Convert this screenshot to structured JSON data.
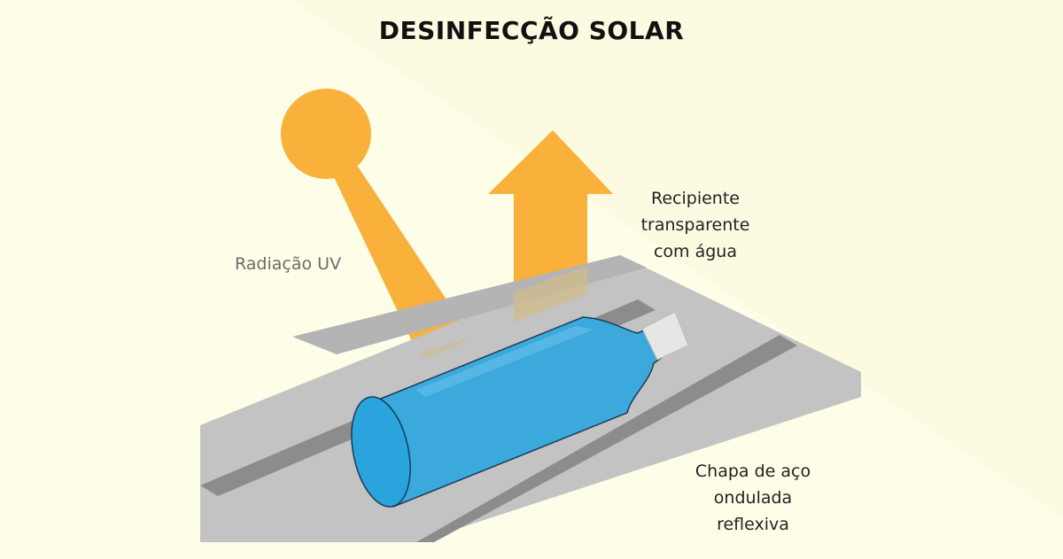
{
  "title": "DESINFECÇÃO SOLAR",
  "labels": {
    "uv_radiation": "Radiação UV",
    "container": [
      "Recipiente",
      "transparente",
      "com água"
    ],
    "steel_sheet": [
      "Chapa de aço",
      "ondulada",
      "reflexiva"
    ]
  },
  "colors": {
    "background": "#fefde8",
    "background_shade": "#fcfae0",
    "sun": "#f9b13c",
    "water": "#2ea8e0",
    "sheet_light": "#c3c3c3",
    "sheet_dark": "#8c8c8c",
    "cap": "#e6e6e6"
  },
  "icons": {
    "sun": "sun-icon",
    "arrow": "up-arrow-icon",
    "bottle": "bottle-icon"
  }
}
